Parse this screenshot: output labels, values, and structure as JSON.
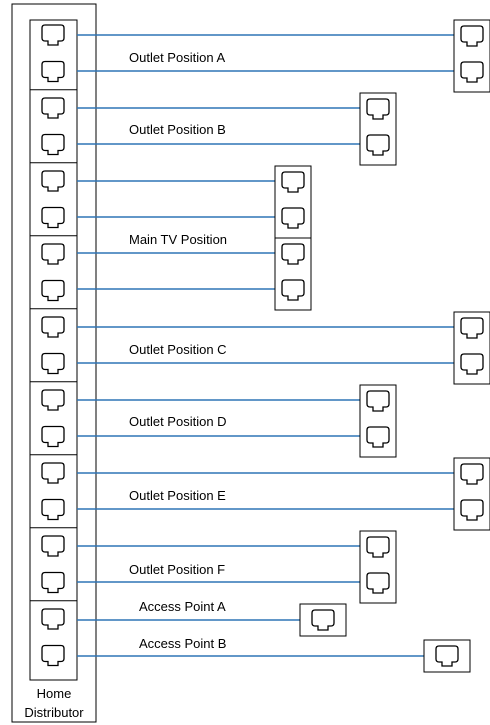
{
  "distributor": {
    "label_line1": "Home",
    "label_line2": "Distributor",
    "port_count": 18,
    "port_icon": "ethernet-port-icon"
  },
  "cable_color": "#2e75b6",
  "links": [
    {
      "label": "Outlet Position A",
      "outlet_port_count": 2
    },
    {
      "label": "Outlet Position B",
      "outlet_port_count": 2
    },
    {
      "label": "Main TV Position",
      "outlet_port_count": 4
    },
    {
      "label": "Outlet Position C",
      "outlet_port_count": 2
    },
    {
      "label": "Outlet Position D",
      "outlet_port_count": 2
    },
    {
      "label": "Outlet Position E",
      "outlet_port_count": 2
    },
    {
      "label": "Outlet Position F",
      "outlet_port_count": 2
    },
    {
      "label": "Access Point A",
      "outlet_port_count": 1
    },
    {
      "label": "Access Point B",
      "outlet_port_count": 1
    }
  ]
}
